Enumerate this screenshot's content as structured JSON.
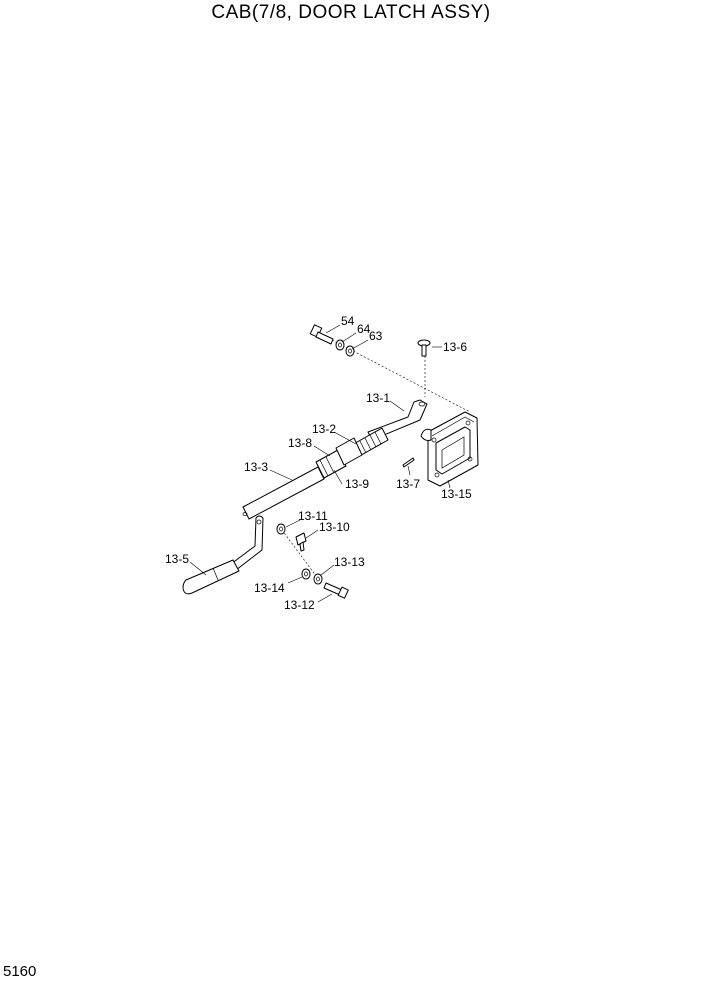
{
  "title": "CAB(7/8, DOOR LATCH ASSY)",
  "page_number": "5160",
  "callouts": {
    "c54": "54",
    "c64": "64",
    "c63": "63",
    "c13_6": "13-6",
    "c13_1": "13-1",
    "c13_2": "13-2",
    "c13_8": "13-8",
    "c13_3": "13-3",
    "c13_9": "13-9",
    "c13_7": "13-7",
    "c13_15": "13-15",
    "c13_11": "13-11",
    "c13_10": "13-10",
    "c13_5": "13-5",
    "c13_13": "13-13",
    "c13_14": "13-14",
    "c13_12": "13-12"
  }
}
